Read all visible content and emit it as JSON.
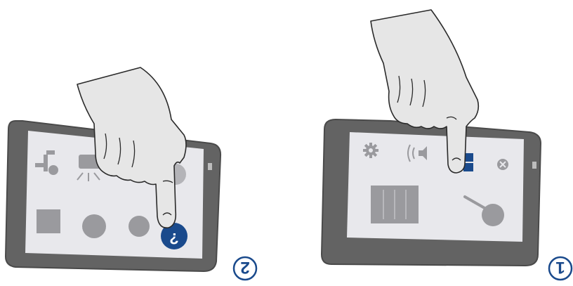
{
  "steps": [
    {
      "number": "2",
      "action": "tap-info-button"
    },
    {
      "number": "1",
      "action": "tap-grid-button"
    }
  ],
  "colors": {
    "device_frame": "#636363",
    "device_frame_edge": "#4a4a4a",
    "screen": "#e8e8ec",
    "icon_gray": "#9a9a9e",
    "accent_blue": "#1a4a8c",
    "hand": "#e6e6e6",
    "hand_outline": "#2a2a2a"
  },
  "icons": {
    "panel_2": [
      "robot-arm-icon",
      "light-bar-icon",
      "square-icon",
      "circle-icon",
      "circle-icon",
      "info-icon"
    ],
    "panel_1": [
      "gear-icon",
      "speaker-icon",
      "grid-icon",
      "close-icon",
      "bars-icon",
      "pan-icon"
    ]
  }
}
